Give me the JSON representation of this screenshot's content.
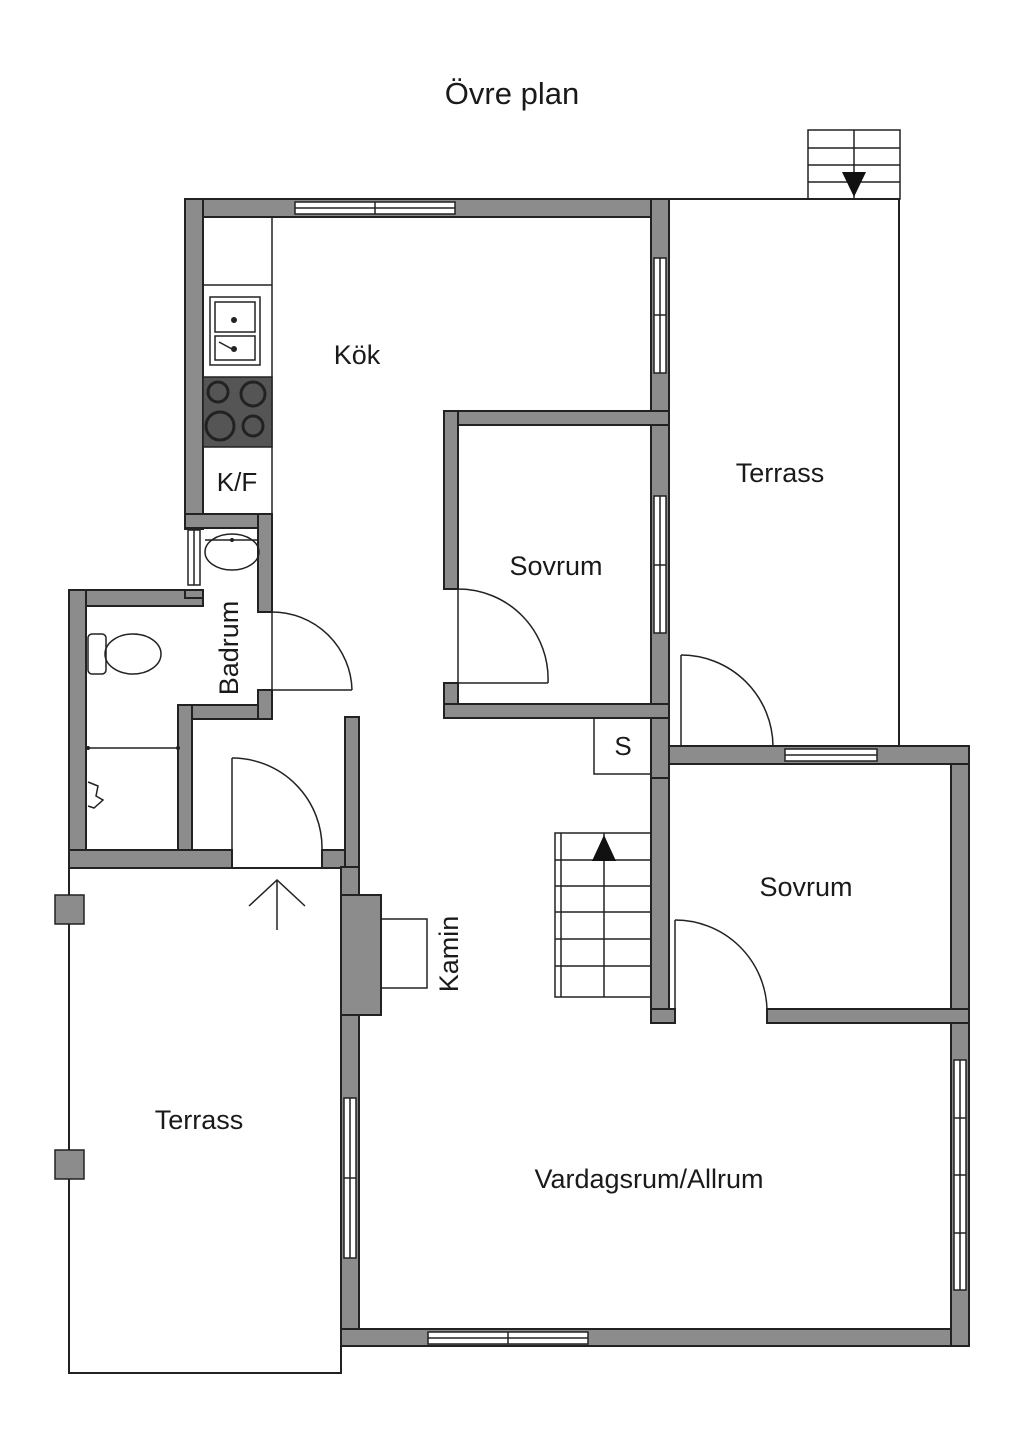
{
  "title": "Övre plan",
  "rooms": {
    "kok": "Kök",
    "sovrum_top": "Sovrum",
    "terrass_top": "Terrass",
    "badrum": "Badrum",
    "sovrum_right": "Sovrum",
    "terrass_left": "Terrass",
    "vardagsrum": "Vardagsrum/Allrum"
  },
  "fixtures": {
    "fridge_freezer": "K/F",
    "storage": "S",
    "fireplace": "Kamin"
  },
  "colors": {
    "wall": "#8c8c8c",
    "line": "#222222",
    "background": "#ffffff",
    "stove": "#555555"
  }
}
